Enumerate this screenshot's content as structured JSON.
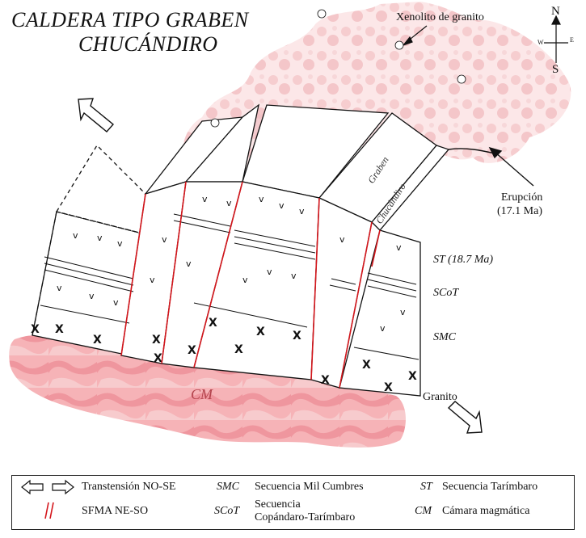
{
  "title": {
    "line1": "CALDERA TIPO GRABEN",
    "line2": "CHUCÁNDIRO"
  },
  "labels": {
    "xenolito": "Xenolito de granito",
    "erupcion_1": "Erupción",
    "erupcion_2": "(17.1 Ma)",
    "st": "ST (18.7 Ma)",
    "scot": "SCoT",
    "smc": "SMC",
    "granito": "Granito",
    "cm": "CM",
    "graben_1": "Graben",
    "graben_2": "Chucándiro"
  },
  "compass": {
    "n": "N",
    "s": "S",
    "e": "E",
    "w": "W"
  },
  "legend": {
    "transtension": "Transtensión NO-SE",
    "sfma": "SFMA NE-SO",
    "smc_abbr": "SMC",
    "smc_text": "Secuencia Mil Cumbres",
    "scot_abbr": "SCoT",
    "scot_text_1": "Secuencia",
    "scot_text_2": "Copándaro-Tarímbaro",
    "st_abbr": "ST",
    "st_text": "Secuencia Tarímbaro",
    "cm_abbr": "CM",
    "cm_text": "Cámara magmática"
  },
  "colors": {
    "magma": "#f4a3a8",
    "magma_dark": "#ea7f87",
    "plume": "#f6d3d5",
    "fault": "#d4161c"
  }
}
